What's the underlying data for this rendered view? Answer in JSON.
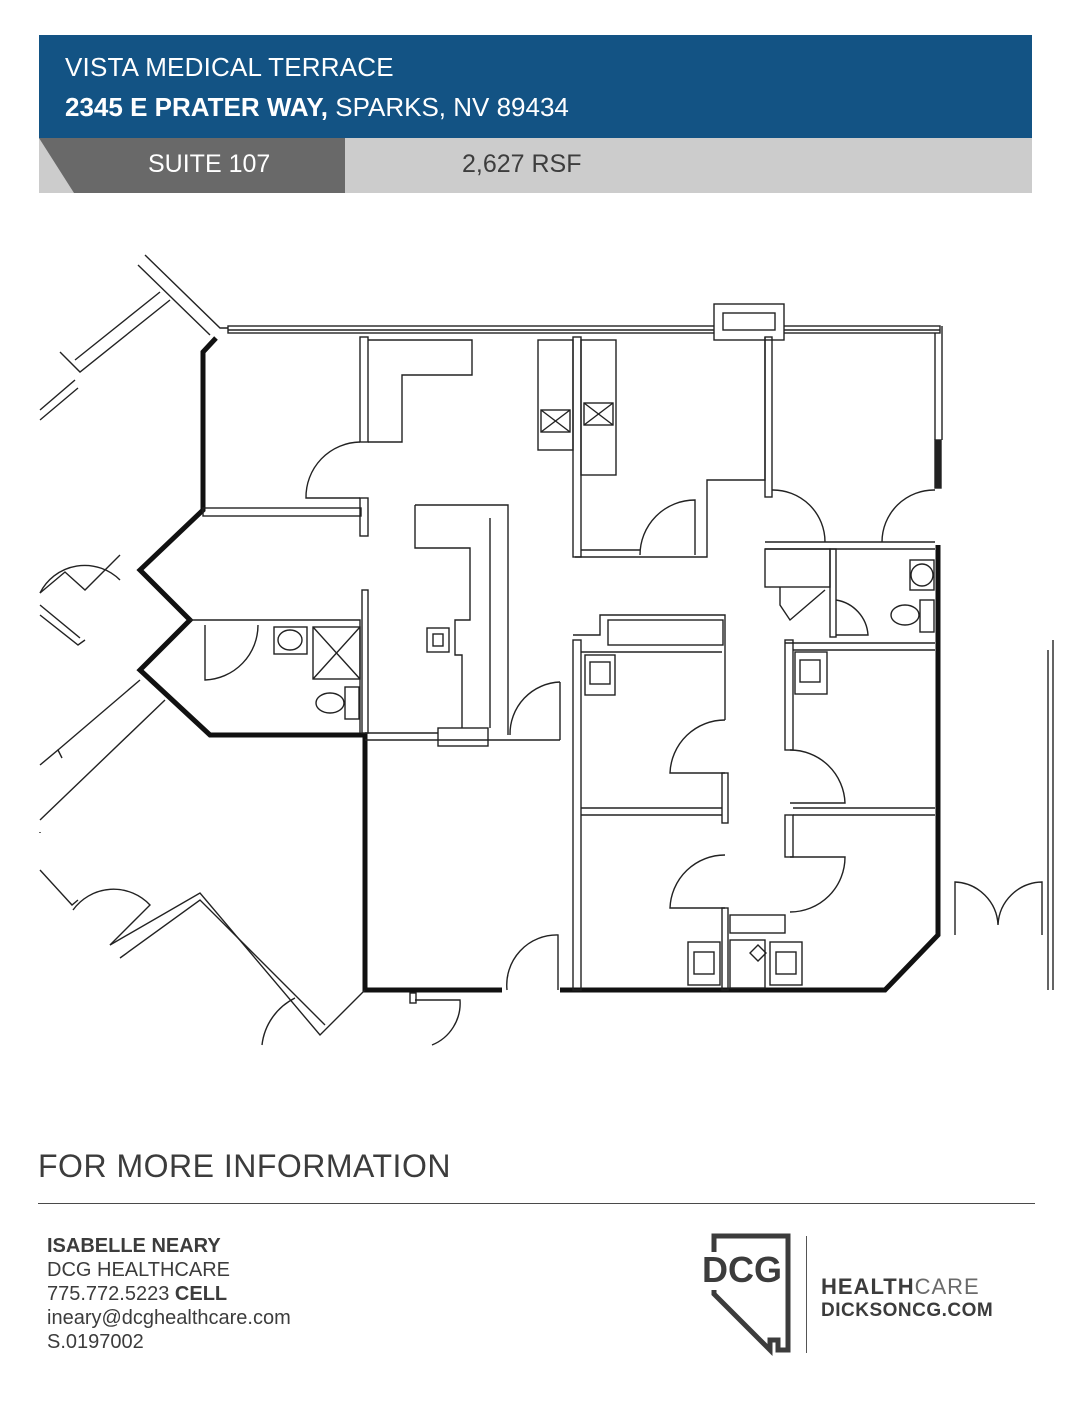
{
  "header": {
    "title": "VISTA MEDICAL TERRACE",
    "street": "2345 E PRATER WAY,",
    "city": " SPARKS, NV 89434",
    "bg_color": "#135384"
  },
  "suite": {
    "label": "SUITE 107",
    "area": "2,627 RSF"
  },
  "floorplan": {
    "alt": "Suite 107 floor plan"
  },
  "info": {
    "title": "FOR MORE INFORMATION"
  },
  "contact": {
    "name": "ISABELLE NEARY",
    "company": "DCG HEALTHCARE",
    "phone": "775.772.5223",
    "phone_label": "CELL",
    "email": "ineary@dcghealthcare.com",
    "license": "S.0197002"
  },
  "logo": {
    "mark": "DCG",
    "health": "HEALTH",
    "care": "CARE",
    "url": "DICKSONCG.COM"
  }
}
